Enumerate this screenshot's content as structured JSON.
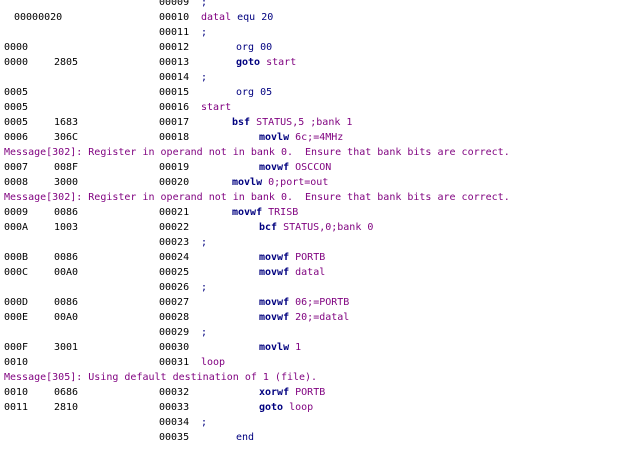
{
  "lines": [
    {
      "kind": "src",
      "addr": "",
      "code": "",
      "lnum": "00009",
      "parts": [
        {
          "t": ";",
          "c": "dir"
        }
      ],
      "indent": 0
    },
    {
      "kind": "src",
      "addr": "",
      "code": "00000020",
      "lnum": "00010",
      "parts": [
        {
          "t": "datal",
          "c": "label"
        },
        {
          "t": " equ 20",
          "c": "dir"
        }
      ],
      "indent": 0
    },
    {
      "kind": "src",
      "addr": "",
      "code": "",
      "lnum": "00011",
      "parts": [
        {
          "t": ";",
          "c": "dir"
        }
      ],
      "indent": 0
    },
    {
      "kind": "src",
      "addr": "0000",
      "code": "",
      "lnum": "00012",
      "parts": [
        {
          "t": "org 00",
          "c": "dir"
        }
      ],
      "indent": 1
    },
    {
      "kind": "src",
      "addr": "0000",
      "code": "2805",
      "lnum": "00013",
      "parts": [
        {
          "t": "goto",
          "c": "instr"
        },
        {
          "t": " start",
          "c": "arg"
        }
      ],
      "indent": 1
    },
    {
      "kind": "src",
      "addr": "",
      "code": "",
      "lnum": "00014",
      "parts": [
        {
          "t": ";",
          "c": "dir"
        }
      ],
      "indent": 0
    },
    {
      "kind": "src",
      "addr": "0005",
      "code": "",
      "lnum": "00015",
      "parts": [
        {
          "t": "org 05",
          "c": "dir"
        }
      ],
      "indent": 1
    },
    {
      "kind": "src",
      "addr": "0005",
      "code": "",
      "lnum": "00016",
      "parts": [
        {
          "t": "start",
          "c": "label"
        }
      ],
      "indent": 0
    },
    {
      "kind": "src",
      "addr": "0005",
      "code": "1683",
      "lnum": "00017",
      "parts": [
        {
          "t": "bsf",
          "c": "instr"
        },
        {
          "t": " STATUS,5 ;bank 1",
          "c": "arg"
        }
      ],
      "indent": 3
    },
    {
      "kind": "src",
      "addr": "0006",
      "code": "306C",
      "lnum": "00018",
      "parts": [
        {
          "t": "movlw",
          "c": "instr"
        },
        {
          "t": " 6c;=4MHz",
          "c": "arg"
        }
      ],
      "indent": 2
    },
    {
      "kind": "msg",
      "text": "Message[302]: Register in operand not in bank 0.  Ensure that bank bits are correct."
    },
    {
      "kind": "src",
      "addr": "0007",
      "code": "008F",
      "lnum": "00019",
      "parts": [
        {
          "t": "movwf",
          "c": "instr"
        },
        {
          "t": " OSCCON",
          "c": "arg"
        }
      ],
      "indent": 2
    },
    {
      "kind": "src",
      "addr": "0008",
      "code": "3000",
      "lnum": "00020",
      "parts": [
        {
          "t": "movlw",
          "c": "instr"
        },
        {
          "t": " 0;port=out",
          "c": "arg"
        }
      ],
      "indent": 3
    },
    {
      "kind": "msg",
      "text": "Message[302]: Register in operand not in bank 0.  Ensure that bank bits are correct."
    },
    {
      "kind": "src",
      "addr": "0009",
      "code": "0086",
      "lnum": "00021",
      "parts": [
        {
          "t": "movwf",
          "c": "instr"
        },
        {
          "t": " TRISB",
          "c": "arg"
        }
      ],
      "indent": 3
    },
    {
      "kind": "src",
      "addr": "000A",
      "code": "1003",
      "lnum": "00022",
      "parts": [
        {
          "t": "bcf",
          "c": "instr"
        },
        {
          "t": " STATUS,0;bank 0",
          "c": "arg"
        }
      ],
      "indent": 2
    },
    {
      "kind": "src",
      "addr": "",
      "code": "",
      "lnum": "00023",
      "parts": [
        {
          "t": ";",
          "c": "dir"
        }
      ],
      "indent": 0
    },
    {
      "kind": "src",
      "addr": "000B",
      "code": "0086",
      "lnum": "00024",
      "parts": [
        {
          "t": "movwf",
          "c": "instr"
        },
        {
          "t": " PORTB",
          "c": "arg"
        }
      ],
      "indent": 2
    },
    {
      "kind": "src",
      "addr": "000C",
      "code": "00A0",
      "lnum": "00025",
      "parts": [
        {
          "t": "movwf",
          "c": "instr"
        },
        {
          "t": " datal",
          "c": "arg"
        }
      ],
      "indent": 2
    },
    {
      "kind": "src",
      "addr": "",
      "code": "",
      "lnum": "00026",
      "parts": [
        {
          "t": ";",
          "c": "dir"
        }
      ],
      "indent": 0
    },
    {
      "kind": "src",
      "addr": "000D",
      "code": "0086",
      "lnum": "00027",
      "parts": [
        {
          "t": "movwf",
          "c": "instr"
        },
        {
          "t": " 06;=PORTB",
          "c": "arg"
        }
      ],
      "indent": 2
    },
    {
      "kind": "src",
      "addr": "000E",
      "code": "00A0",
      "lnum": "00028",
      "parts": [
        {
          "t": "movwf",
          "c": "instr"
        },
        {
          "t": " 20;=datal",
          "c": "arg"
        }
      ],
      "indent": 2
    },
    {
      "kind": "src",
      "addr": "",
      "code": "",
      "lnum": "00029",
      "parts": [
        {
          "t": ";",
          "c": "dir"
        }
      ],
      "indent": 0
    },
    {
      "kind": "src",
      "addr": "000F",
      "code": "3001",
      "lnum": "00030",
      "parts": [
        {
          "t": "movlw",
          "c": "instr"
        },
        {
          "t": " 1",
          "c": "arg"
        }
      ],
      "indent": 2
    },
    {
      "kind": "src",
      "addr": "0010",
      "code": "",
      "lnum": "00031",
      "parts": [
        {
          "t": "loop",
          "c": "label"
        }
      ],
      "indent": 0
    },
    {
      "kind": "msg",
      "text": "Message[305]: Using default destination of 1 (file)."
    },
    {
      "kind": "src",
      "addr": "0010",
      "code": "0686",
      "lnum": "00032",
      "parts": [
        {
          "t": "xorwf",
          "c": "instr"
        },
        {
          "t": " PORTB",
          "c": "arg"
        }
      ],
      "indent": 2
    },
    {
      "kind": "src",
      "addr": "0011",
      "code": "2810",
      "lnum": "00033",
      "parts": [
        {
          "t": "goto",
          "c": "instr"
        },
        {
          "t": " loop",
          "c": "arg"
        }
      ],
      "indent": 2
    },
    {
      "kind": "src",
      "addr": "",
      "code": "",
      "lnum": "00034",
      "parts": [
        {
          "t": ";",
          "c": "dir"
        }
      ],
      "indent": 0
    },
    {
      "kind": "src",
      "addr": "",
      "code": "",
      "lnum": "00035",
      "parts": [
        {
          "t": "end",
          "c": "dir"
        }
      ],
      "indent": 1
    }
  ],
  "colors": {
    "label": "#800080",
    "directive": "#00007f",
    "instruction": "#00007f",
    "argument": "#7f007f",
    "message": "#7f007f"
  }
}
